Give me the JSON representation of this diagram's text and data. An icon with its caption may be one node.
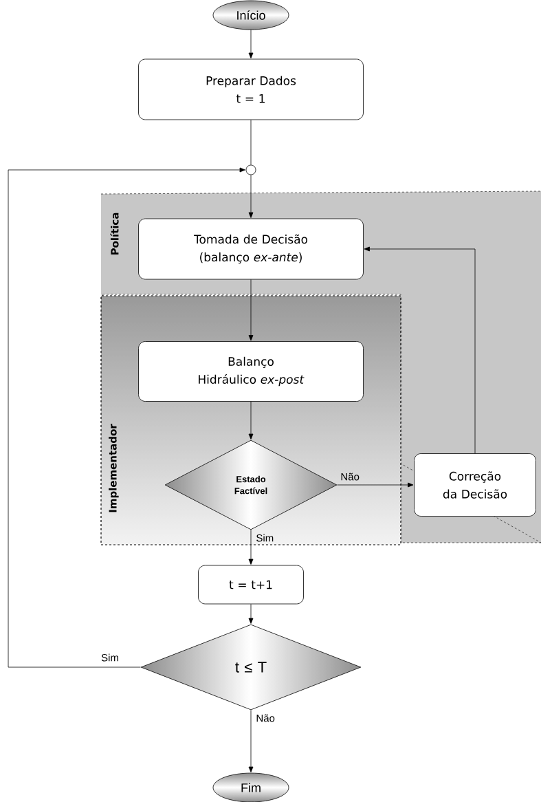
{
  "diagram": {
    "nodes": [
      {
        "text": [
          "Início"
        ]
      },
      {
        "text": [
          "Preparar Dados",
          "t = 1"
        ]
      },
      {
        "text": [],
        "shape": "circle"
      },
      {
        "text": [
          "Política"
        ]
      },
      {
        "text": [
          "Tomada de Decisão (balanço *ex-ante*)"
        ],
        "in": 3
      },
      {
        "text": [
          "Implementador"
        ]
      },
      {
        "text": [
          "Balanço Hidráulico *ex-post*"
        ],
        "in": 5
      },
      {
        "text": [
          "Estado Factível"
        ],
        "in": 5
      },
      {
        "text": [
          "Correção da Decisão"
        ],
        "in": 3
      },
      {
        "text": [
          "t = t+1"
        ]
      },
      {
        "text": [
          "t ≤ T"
        ]
      },
      {
        "text": [
          "Fim"
        ]
      }
    ],
    "edges": [
      {
        "from": 0,
        "to": 1,
        "arrow": "to"
      },
      {
        "from": 1,
        "to": 2,
        "arrow": "none"
      },
      {
        "from": 2,
        "to": 4,
        "arrow": "to"
      },
      {
        "from": 4,
        "to": 6,
        "arrow": "to"
      },
      {
        "from": 6,
        "to": 7,
        "arrow": "to"
      },
      {
        "from": 7,
        "to": 8,
        "arrow": "to",
        "label": "Não"
      },
      {
        "from": 8,
        "to": 4,
        "arrow": "to"
      },
      {
        "from": 7,
        "to": 9,
        "arrow": "to",
        "label": "Sim"
      },
      {
        "from": 9,
        "to": 10,
        "arrow": "to"
      },
      {
        "from": 10,
        "to": 2,
        "arrow": "to",
        "label": "Sim"
      },
      {
        "from": 10,
        "to": 11,
        "arrow": "to",
        "label": "Não"
      }
    ]
  }
}
